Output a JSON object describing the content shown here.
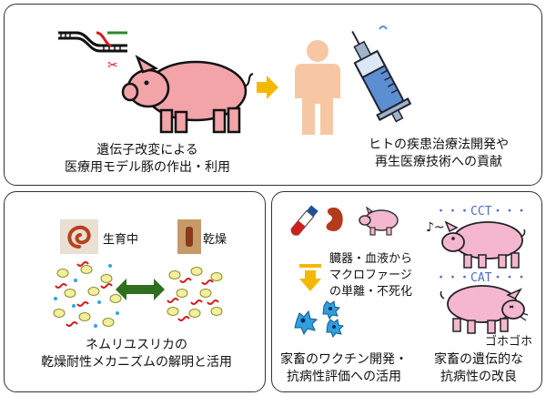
{
  "top_panel": {
    "caption_left": [
      "遺伝子改変による",
      "医療用モデル豚の作出・利用"
    ],
    "caption_right": [
      "ヒトの疾患治療法開発や",
      "再生医療技術への貢献"
    ]
  },
  "bottom_left_panel": {
    "label_growing": "生育中",
    "label_dry": "乾燥",
    "caption": [
      "ネムリユスリカの",
      "乾燥耐性メカニズムの解明と活用"
    ]
  },
  "bottom_right_panel": {
    "codon_top": "・・・CCT・・・",
    "codon_bottom": "・・・CAT・・・",
    "method_text": [
      "臓器・血液から",
      "マクロファージ",
      "の単離・不死化"
    ],
    "cough_text": "ゴホゴホ",
    "caption_left": [
      "家畜のワクチン開発・",
      "抗病性評価への活用"
    ],
    "caption_right": [
      "家畜の遺伝的な",
      "抗病性の改良"
    ]
  },
  "colors": {
    "pig_pink": "#f2a4a9",
    "pig_light": "#f5b7d0",
    "arrow_orange": "#f5b800",
    "arrow_green": "#2f6f1f",
    "human": "#f7c7a4",
    "codon_blue": "#4a6fc4",
    "codon_red": "#d21d1d"
  }
}
